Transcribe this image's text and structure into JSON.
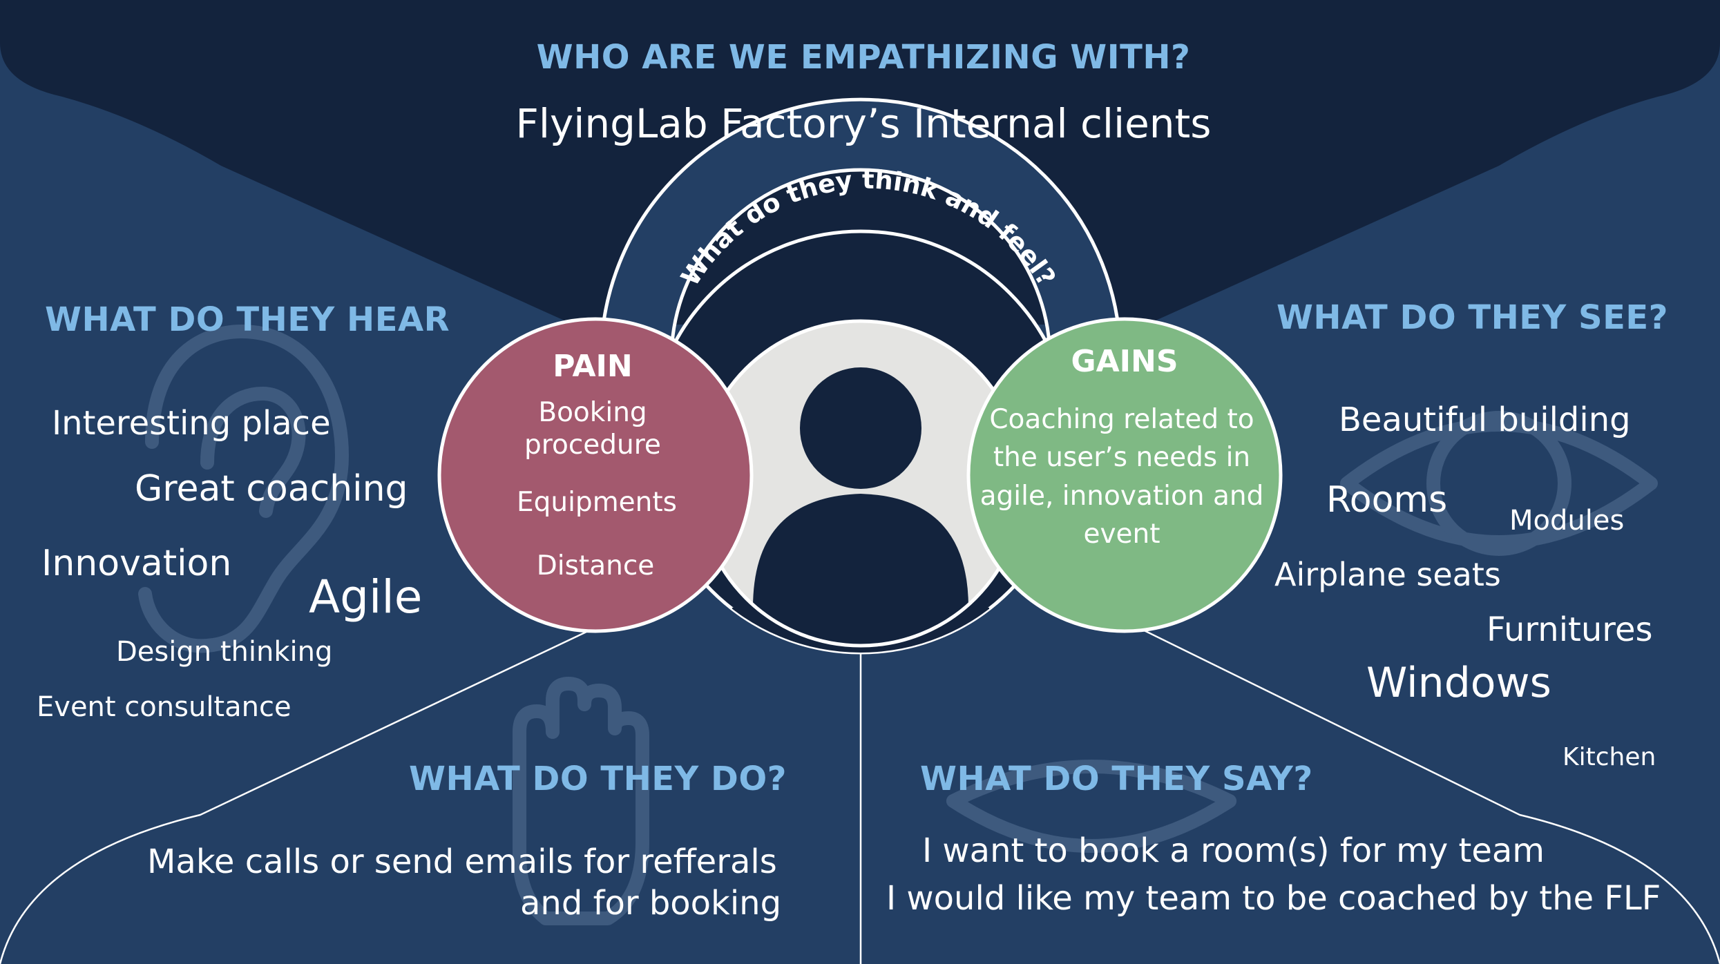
{
  "header": {
    "question": "WHO ARE WE EMPATHIZING WITH?",
    "subject": "FlyingLab Factory’s Internal clients"
  },
  "think_feel": {
    "label": "What do they think and feel?"
  },
  "hear": {
    "title": "WHAT DO THEY HEAR",
    "items": [
      "Interesting place",
      "Great coaching",
      "Innovation",
      "Agile",
      "Design thinking",
      "Event consultance"
    ]
  },
  "see": {
    "title": "WHAT DO THEY SEE?",
    "items": [
      "Beautiful building",
      "Rooms",
      "Modules",
      "Airplane seats",
      "Furnitures",
      "Windows",
      "Kitchen"
    ]
  },
  "pain": {
    "title": "PAIN",
    "items": [
      "Booking procedure",
      "Equipments",
      "Distance"
    ]
  },
  "gains": {
    "title": "GAINS",
    "text": "Coaching related to the user’s needs in agile, innovation and event"
  },
  "do": {
    "title": "WHAT DO THEY DO?",
    "text_line1": "Make calls or send emails for refferals",
    "text_line2": "and for booking"
  },
  "say": {
    "title": "WHAT DO THEY SAY?",
    "items": [
      "I want to book a room(s) for my team",
      "I would like my team to be coached by the FLF"
    ]
  },
  "colors": {
    "background": "#233f64",
    "dark_navy": "#13233d",
    "heading_blue": "#7fb9e6",
    "pain": "#a3596e",
    "gains": "#7fb984",
    "avatar_bg": "#e4e4e2"
  },
  "icons": [
    "ear-icon",
    "eye-icon",
    "hand-icon",
    "mouth-icon",
    "user-avatar-icon"
  ]
}
